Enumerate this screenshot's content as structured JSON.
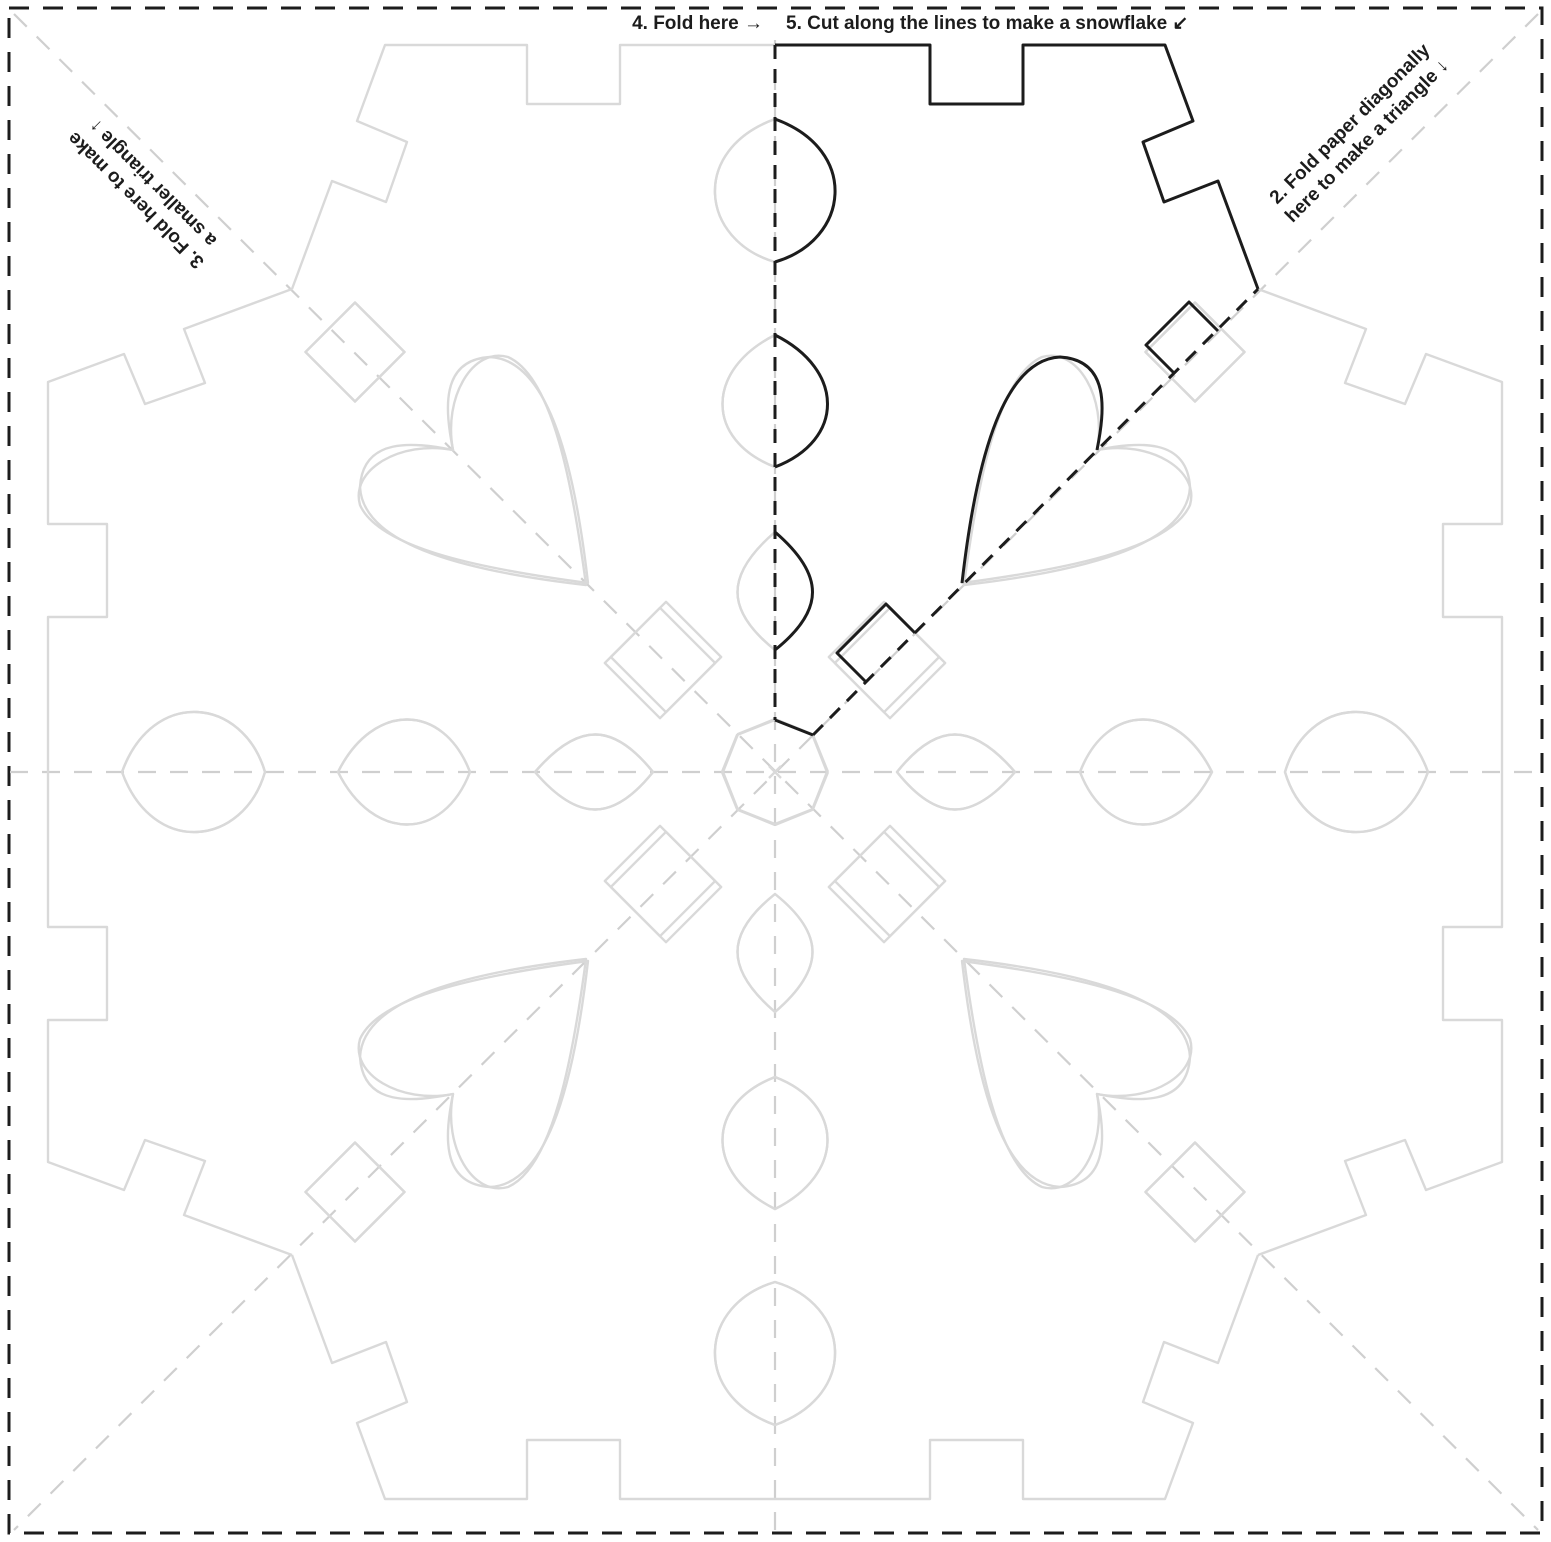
{
  "instructions": {
    "step2": "2. Fold paper diagonally",
    "step2b": "here to make a triangle ↓",
    "step3": "3. Fold here to make",
    "step3b": "a smaller triangle ↑",
    "step4": "4. Fold here →",
    "step5": "5. Cut along the lines to make a snowflake ↙"
  },
  "colors": {
    "ink": "#1c1c1c",
    "guide": "#d9d9d9",
    "paper": "#ffffff"
  }
}
